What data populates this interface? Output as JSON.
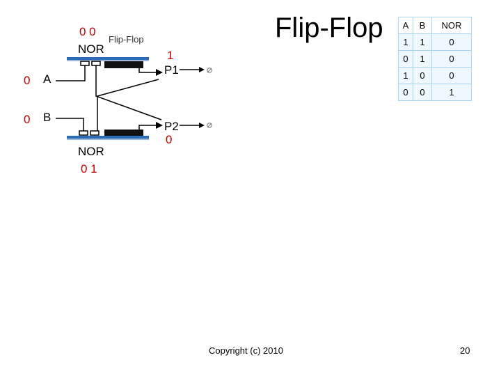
{
  "title": "Flip-Flop",
  "diagram": {
    "top_gate": {
      "label": "NOR",
      "inputs": "0 0",
      "caption": "Flip-Flop"
    },
    "bottom_gate": {
      "label": "NOR",
      "inputs": "0 1"
    },
    "input_a": {
      "name": "A",
      "value": "0"
    },
    "input_b": {
      "name": "B",
      "value": "0"
    },
    "output_p1": {
      "name": "P1",
      "value": "1"
    },
    "output_p2": {
      "name": "P2",
      "value": "0"
    }
  },
  "truth_table": {
    "headers": [
      "A",
      "B",
      "NOR"
    ],
    "rows": [
      [
        "1",
        "1",
        "0"
      ],
      [
        "0",
        "1",
        "0"
      ],
      [
        "1",
        "0",
        "0"
      ],
      [
        "0",
        "0",
        "1"
      ]
    ]
  },
  "footer": {
    "copyright": "Copyright (c) 2010",
    "page": "20"
  },
  "colors": {
    "value_red": "#c00000",
    "rail_blue": "#2e6bb5",
    "table_border": "#a8d6f0"
  }
}
